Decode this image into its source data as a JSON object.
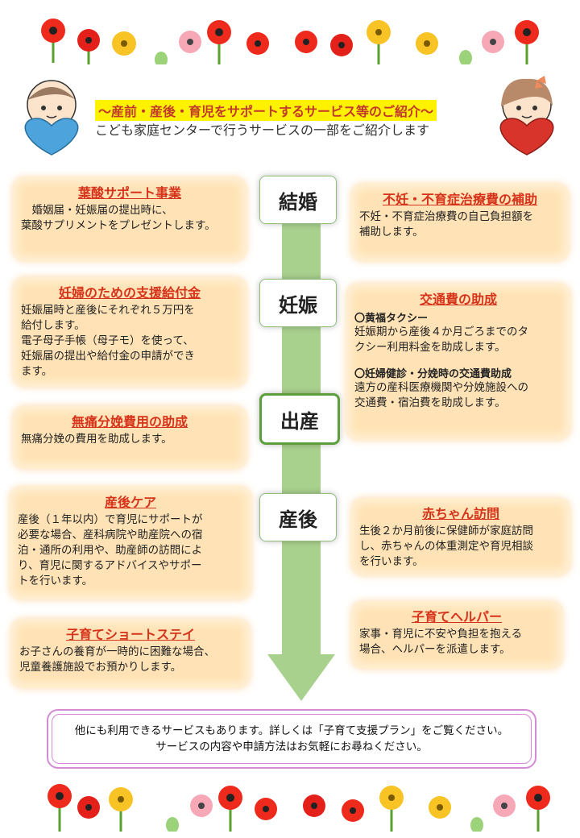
{
  "header": {
    "title": "〜産前・産後・育児をサポートするサービス等のご紹介〜",
    "subtitle": "こども家庭センターで行うサービスの一部をご紹介します"
  },
  "stages": [
    "結婚",
    "妊娠",
    "出産",
    "産後"
  ],
  "left_cards": [
    {
      "title": "葉酸サポート事業",
      "text": "　婚姻届・妊娠届の提出時に、\n葉酸サプリメントをプレゼントします。"
    },
    {
      "title": "妊婦のための支援給付金",
      "text": "妊娠届時と産後にそれぞれ５万円を\n給付します。\n電子母子手帳（母子モ）を使って、\n妊娠届の提出や給付金の申請ができ\nます。"
    },
    {
      "title": "無痛分娩費用の助成",
      "text": "無痛分娩の費用を助成します。"
    },
    {
      "title": "産後ケア",
      "text": "産後（１年以内）で育児にサポートが\n必要な場合、産科病院や助産院への宿\n泊・通所の利用や、助産師の訪問によ\nり、育児に関するアドバイスやサポー\nトを行います。"
    },
    {
      "title": "子育てショートステイ",
      "text": "お子さんの養育が一時的に困難な場合、\n児童養護施設でお預かりします。"
    }
  ],
  "right_cards": [
    {
      "title": "不妊・不育症治療費の補助",
      "text": "不妊・不育症治療費の自己負担額を\n補助します。"
    },
    {
      "title": "交通費の助成",
      "sub1": "〇黄福タクシー",
      "text1": "妊娠期から産後４か月ごろまでのタ\nクシー利用料金を助成します。",
      "sub2": "〇妊婦健診・分娩時の交通費助成",
      "text2": "遠方の産科医療機関や分娩施設への\n交通費・宿泊費を助成します。"
    },
    {
      "title": "赤ちゃん訪問",
      "text": "生後２か月前後に保健師が家庭訪問\nし、赤ちゃんの体重測定や育児相談\nを行います。"
    },
    {
      "title": "子育てヘルパー",
      "text": "家事・育児に不安や負担を抱える\n場合、ヘルパーを派遣します。"
    }
  ],
  "footer": {
    "line1": "他にも利用できるサービスもあります。詳しくは「子育て支援プラン」をご覧ください。",
    "line2": "サービスの内容や申請方法はお気軽にお尋ねください。"
  },
  "colors": {
    "accent": "#d6331b",
    "card_bg": "#ffe3b6",
    "arrow": "#a9d18e",
    "highlight": "#fff200"
  }
}
